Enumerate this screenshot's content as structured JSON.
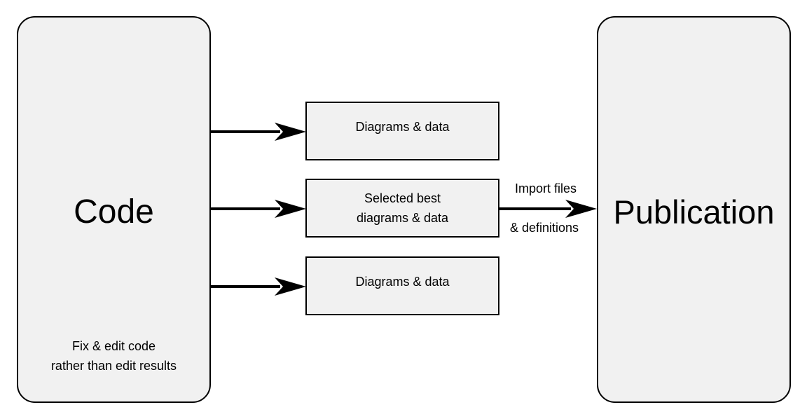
{
  "code_block": {
    "title": "Code",
    "note_lines": [
      "Fix & edit code",
      "rather than edit results"
    ]
  },
  "publication_block": {
    "title": "Publication"
  },
  "output_boxes": {
    "top": {
      "lines": [
        "Diagrams & data"
      ]
    },
    "middle": {
      "lines": [
        "Selected best",
        "diagrams & data"
      ]
    },
    "bottom": {
      "lines": [
        "Diagrams & data"
      ]
    }
  },
  "import_edge": {
    "label_line_1": "Import files",
    "label_line_2": "& definitions"
  },
  "colors": {
    "box_fill": "#f1f1f1",
    "stroke": "#000000"
  }
}
